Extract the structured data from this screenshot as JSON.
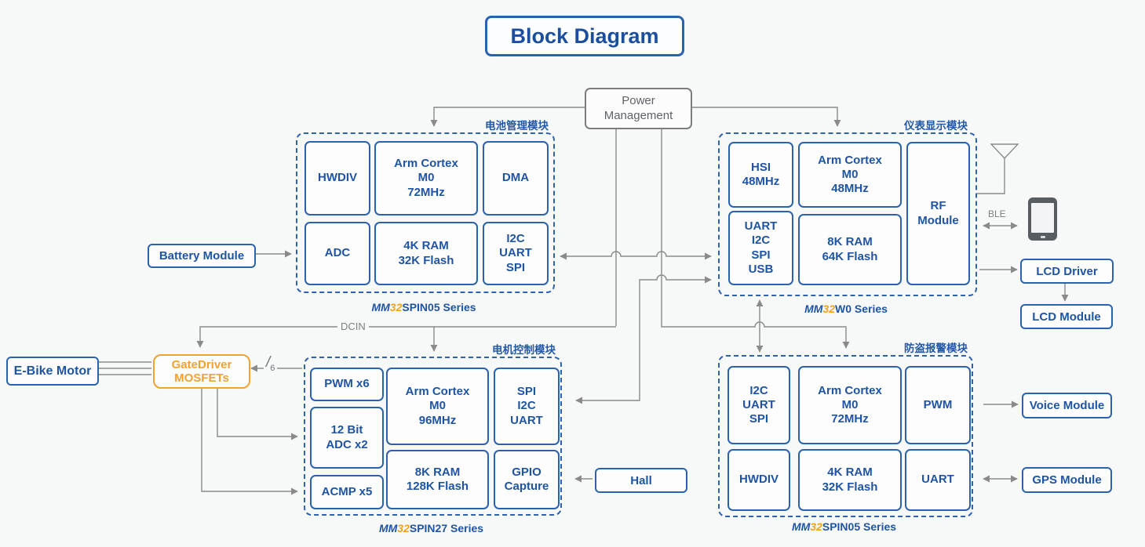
{
  "title": "Block Diagram",
  "colors": {
    "blue": "#2258A8",
    "orange": "#F5A21B",
    "line_gray": "#8A8A8A",
    "pm_gray": "#5F6368"
  },
  "power_management": {
    "label": "Power\nManagement"
  },
  "labels": {
    "dcin": "DCIN",
    "ble": "BLE",
    "gate_feedback_slash": "/",
    "gate_feedback_count": "6"
  },
  "icons": {
    "antenna": "antenna-icon",
    "smartphone": "smartphone-icon"
  },
  "modules": {
    "battery": {
      "cn_label": "电池管理模块",
      "series": {
        "mm": "MM",
        "num": "32",
        "rest": "SPIN05 Series"
      },
      "cells": {
        "hwdiv": "HWDIV",
        "cpu": "Arm Cortex\nM0\n72MHz",
        "dma": "DMA",
        "adc": "ADC",
        "memory": "4K RAM\n32K Flash",
        "comms": "I2C\nUART\nSPI"
      }
    },
    "display": {
      "cn_label": "仪表显示模块",
      "series": {
        "mm": "MM",
        "num": "32",
        "rest": "W0 Series"
      },
      "cells": {
        "hsi": "HSI\n48MHz",
        "cpu": "Arm Cortex\nM0\n48MHz",
        "rf": "RF\nModule",
        "comms": "UART\nI2C\nSPI\nUSB",
        "memory": "8K RAM\n64K Flash"
      }
    },
    "motor": {
      "cn_label": "电机控制模块",
      "series": {
        "mm": "MM",
        "num": "32",
        "rest": "SPIN27 Series"
      },
      "cells": {
        "pwm": "PWM x6",
        "adc": "12 Bit\nADC x2",
        "acmp": "ACMP x5",
        "cpu": "Arm Cortex\nM0\n96MHz",
        "comms": "SPI\nI2C\nUART",
        "memory": "8K RAM\n128K Flash",
        "gpio": "GPIO\nCapture"
      }
    },
    "alarm": {
      "cn_label": "防盗报警模块",
      "series": {
        "mm": "MM",
        "num": "32",
        "rest": "SPIN05 Series"
      },
      "cells": {
        "comms": "I2C\nUART\nSPI",
        "cpu": "Arm Cortex\nM0\n72MHz",
        "pwm": "PWM",
        "hwdiv": "HWDIV",
        "memory": "4K RAM\n32K Flash",
        "uart": "UART"
      }
    }
  },
  "external": {
    "battery_module": "Battery Module",
    "ebike_motor": "E-Bike Motor",
    "gatedriver": "GateDriver\nMOSFETs",
    "hall": "Hall",
    "voice_module": "Voice Module",
    "gps_module": "GPS Module",
    "lcd_driver": "LCD Driver",
    "lcd_module": "LCD Module"
  }
}
